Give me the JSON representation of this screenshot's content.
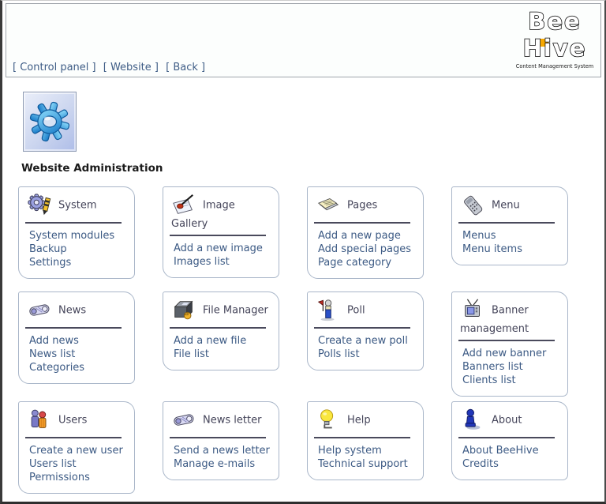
{
  "header": {
    "nav": [
      "[ Control panel ]",
      "[ Website ]",
      "[ Back ]"
    ],
    "logo": {
      "line1": "Bee",
      "line2": "Hive",
      "caption": "Content Management System"
    }
  },
  "admin": {
    "title": "Website Administration",
    "icon": "gear-icon"
  },
  "colors": {
    "link": "#3c5a84",
    "card_border": "#a9b6c9",
    "divider": "#4a4a5c",
    "logo_accent": "#f7a800",
    "gear_blue": "#1579c8"
  },
  "cards": [
    {
      "title": "System",
      "icon": "gears-pencil-icon",
      "links": [
        "System modules",
        "Backup",
        "Settings"
      ]
    },
    {
      "title": "Image Gallery",
      "icon": "paintbrush-image-icon",
      "links": [
        "Add a new image",
        "Images list"
      ]
    },
    {
      "title": "Pages",
      "icon": "pages-icon",
      "links": [
        "Add a new page",
        "Add special pages",
        "Page category"
      ]
    },
    {
      "title": "Menu",
      "icon": "remote-control-icon",
      "links": [
        "Menus",
        "Menu items"
      ]
    },
    {
      "title": "News",
      "icon": "scroll-icon",
      "links": [
        "Add news",
        "News list",
        "Categories"
      ]
    },
    {
      "title": "File Manager",
      "icon": "disk-box-icon",
      "links": [
        "Add a new file",
        "File list"
      ]
    },
    {
      "title": "Poll",
      "icon": "poll-person-icon",
      "links": [
        "Create a new poll",
        "Polls list"
      ]
    },
    {
      "title": "Banner management",
      "icon": "tv-icon",
      "links": [
        "Add new banner",
        "Banners list",
        "Clients list"
      ]
    },
    {
      "title": "Users",
      "icon": "users-icon",
      "links": [
        "Create a new user",
        "Users list",
        "Permissions"
      ]
    },
    {
      "title": "News letter",
      "icon": "scroll-icon",
      "links": [
        "Send a news letter",
        "Manage e-mails"
      ]
    },
    {
      "title": "Help",
      "icon": "lightbulb-icon",
      "links": [
        "Help system",
        "Technical support"
      ]
    },
    {
      "title": "About",
      "icon": "figure-icon",
      "links": [
        "About BeeHive",
        "Credits"
      ]
    }
  ]
}
